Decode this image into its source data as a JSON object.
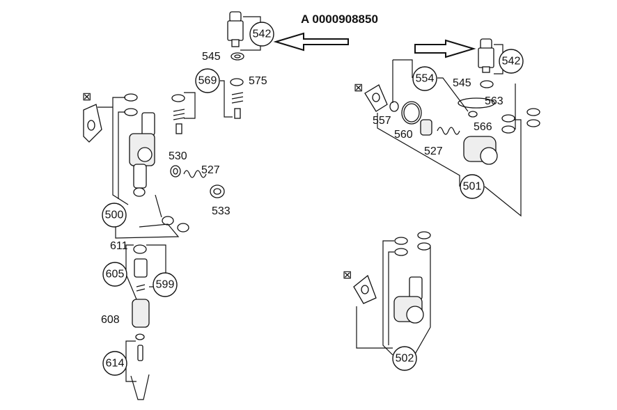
{
  "title": "A 0000908850",
  "callouts": {
    "c542a": "542",
    "c542b": "542",
    "c569": "569",
    "c500": "500",
    "c554": "554",
    "c501": "501",
    "c605": "605",
    "c599": "599",
    "c614": "614",
    "c502": "502"
  },
  "labels": {
    "l545a": "545",
    "l575": "575",
    "l530": "530",
    "l527a": "527",
    "l533": "533",
    "l545b": "545",
    "l563": "563",
    "l557": "557",
    "l560": "560",
    "l566": "566",
    "l527b": "527",
    "l611": "611",
    "l608": "608"
  }
}
